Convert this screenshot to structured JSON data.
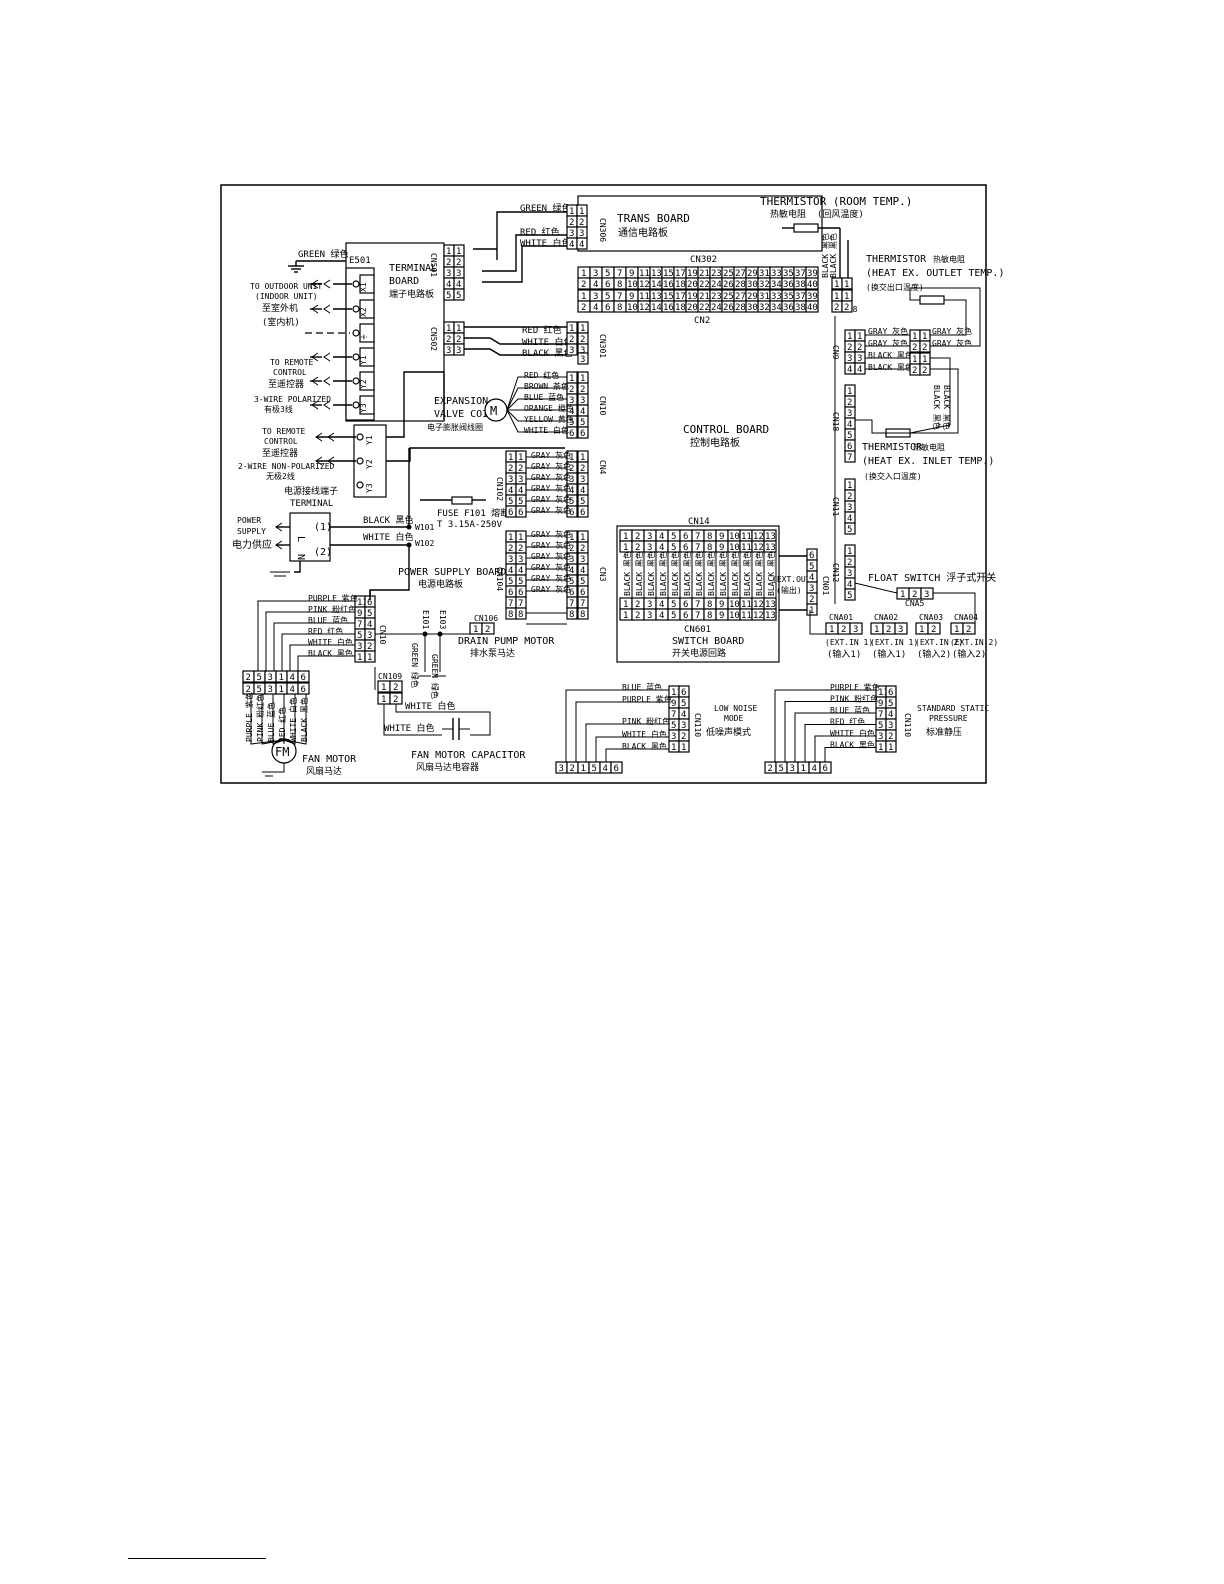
{
  "trans_board": {
    "title": "TRANS BOARD",
    "cn": "通信电路板",
    "connector": "CN306",
    "cn302": "CN302",
    "cn2": "CN2",
    "wires": [
      "GREEN 绿色",
      "RED 红色",
      "WHITE 白色"
    ]
  },
  "terminal_board": {
    "title1": "TERMINAL",
    "title2": "BOARD",
    "cn": "端子电路板",
    "e501": "E501",
    "ground_label": "GREEN 绿色",
    "cn501": "CN501",
    "cn502": "CN502",
    "terminals": [
      "X1",
      "X2",
      "⏚",
      "Y1",
      "Y2",
      "Y3"
    ]
  },
  "left_labels": {
    "outdoor": [
      "TO OUTDOOR UNIT",
      "(INDOOR UNIT)",
      "至室外机",
      "(室内机)"
    ],
    "remote3": [
      "TO REMOTE",
      "CONTROL",
      "至遥控器",
      "3-WIRE POLARIZED",
      "有极3线"
    ],
    "remote2": [
      "TO REMOTE",
      "CONTROL",
      "至遥控器",
      "2-WIRE NON-POLARIZED",
      "无极2线"
    ],
    "power_terminal": [
      "电源接线端子",
      "TERMINAL"
    ],
    "power_supply": [
      "POWER",
      "SUPPLY",
      "电力供应"
    ]
  },
  "power": {
    "black": "BLACK 黑色",
    "white": "WHITE 白色",
    "w101": "W101",
    "w102": "W102",
    "fuse1": "FUSE F101 熔断器",
    "fuse2": "T 3.15A-250V",
    "board": "POWER SUPPLY BOARD",
    "board_cn": "电源电路板"
  },
  "cn301": {
    "name": "CN301",
    "wires": [
      "RED 红色",
      "WHITE 白色",
      "BLACK 黑色"
    ]
  },
  "expansion_valve": {
    "title1": "EXPANSION",
    "title2": "VALVE COIL",
    "cn": "电子膨胀阀线圈",
    "connector": "CN10",
    "wires": [
      "RED 红色",
      "BROWN 茶色",
      "BLUE 蓝色",
      "ORANGE 橙色",
      "YELLOW 黄色",
      "WHITE 白色"
    ]
  },
  "cn102": {
    "name": "CN102",
    "cn4": "CN4",
    "wires": [
      "GRAY 灰色",
      "GRAY 灰色",
      "GRAY 灰色",
      "GRAY 灰色",
      "GRAY 灰色",
      "GRAY 灰色"
    ]
  },
  "cn104": {
    "name": "CN104",
    "cn3": "CN3",
    "wires": [
      "GRAY 灰色",
      "GRAY 灰色",
      "GRAY 灰色",
      "GRAY 灰色",
      "GRAY 灰色",
      "GRAY 灰色"
    ]
  },
  "control_board": {
    "title": "CONTROL BOARD",
    "cn": "控制电路板"
  },
  "switch_board": {
    "cn14": "CN14",
    "cn601": "CN601",
    "title": "SWITCH BOARD",
    "cn": "开关电源回路",
    "wire": "BLACK 黑色",
    "ext_out1": "(EXT.OUT)",
    "ext_out2": "(输出)",
    "cn01": "CN01"
  },
  "thermistors": {
    "room": {
      "title": "THERMISTOR (ROOM TEMP.)",
      "cn1": "热敏电阻",
      "cn2": "(回风温度)",
      "wires": [
        "BLACK 黑色",
        "BLACK 黑色"
      ]
    },
    "outlet": {
      "title": "THERMISTOR",
      "title_cn": "热敏电阻",
      "sub": "(HEAT EX. OUTLET TEMP.)",
      "cn": "(换交出口温度)",
      "cn8": "CN8",
      "wires": [
        "GRAY 灰色",
        "GRAY 灰色",
        "BLACK 黑色",
        "BLACK 黑色"
      ],
      "right_wires": [
        "GRAY 灰色",
        "GRAY 灰色"
      ],
      "cn9": "CN9"
    },
    "inlet": {
      "title": "THERMISTOR",
      "title_cn": "热敏电阻",
      "sub": "(HEAT EX. INLET TEMP.)",
      "cn": "(换交入口温度)",
      "cn18": "CN18",
      "wires": [
        "BLACK 黑色",
        "BLACK 黑色"
      ]
    }
  },
  "float_switch": {
    "title": "FLOAT SWITCH 浮子式开关",
    "cna5": "CNA5",
    "cn11": "CN11",
    "cn12": "CN12"
  },
  "ext_inputs": [
    {
      "name": "CNA01",
      "l1": "(EXT.IN 1)",
      "l2": "(输入1)"
    },
    {
      "name": "CNA02",
      "l1": "(EXT.IN 1)",
      "l2": "(输入1)"
    },
    {
      "name": "CNA03",
      "l1": "(EXT.IN 2)",
      "l2": "(输入2)"
    },
    {
      "name": "CNA04",
      "l1": "(EXT.IN 2)",
      "l2": "(输入2)"
    }
  ],
  "fan_motor": {
    "title": "FAN MOTOR",
    "cn": "风扇马达",
    "symbol": "FM",
    "cn10": "CN10",
    "wires": [
      "PURPLE 紫色",
      "PINK 粉红色",
      "BLUE 蓝色",
      "RED 红色",
      "WHITE 白色",
      "BLACK 黑色"
    ],
    "vert_wires": [
      "PURPLE 紫色",
      "PINK 粉红色",
      "BLUE 蓝色",
      "RED 红色",
      "WHITE 白色",
      "BLACK 黑色"
    ],
    "plug_top": [
      "2",
      "5",
      "3",
      "1",
      "4",
      "6"
    ],
    "plug_bot": [
      "2",
      "5",
      "3",
      "1",
      "4",
      "6"
    ]
  },
  "drain_pump": {
    "title": "DRAIN PUMP MOTOR",
    "cn": "排水泵马达",
    "cn106": "CN106",
    "e101": "E101",
    "e103": "E103",
    "green": "GREEN 绿色"
  },
  "capacitor": {
    "title": "FAN MOTOR CAPACITOR",
    "cn": "风扇马达电容器",
    "cn109": "CN109",
    "white": "WHITE 白色"
  },
  "low_noise": {
    "title1": "LOW NOISE",
    "title2": "MODE",
    "cn": "低噪声模式",
    "cn110": "CN110",
    "wires": [
      "BLUE 蓝色",
      "PURPLE 紫色",
      "PINK 粉红色",
      "WHITE 白色",
      "BLACK 黑色"
    ],
    "pins": [
      "6",
      "5",
      "4",
      "3",
      "1"
    ],
    "plug": [
      "3",
      "2",
      "1",
      "5",
      "4",
      "6"
    ]
  },
  "standard_static": {
    "title1": "STANDARD STATIC",
    "title2": "PRESSURE",
    "cn": "标准静压",
    "cn110": "CN110",
    "wires": [
      "PURPLE 紫色",
      "PINK 粉红色",
      "BLUE 蓝色",
      "RED 红色",
      "WHITE 白色",
      "BLACK 黑色"
    ],
    "plug": [
      "2",
      "5",
      "3",
      "1",
      "4",
      "6"
    ]
  }
}
